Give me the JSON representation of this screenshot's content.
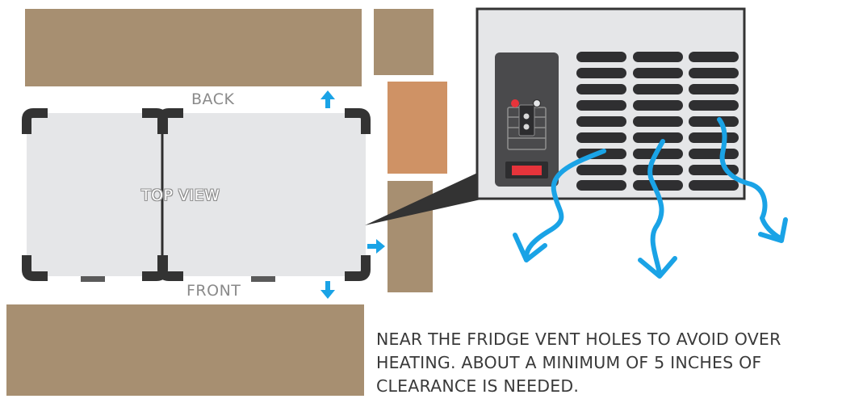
{
  "labels": {
    "back": "BACK",
    "front": "FRONT",
    "top_view": "TOP VIEW"
  },
  "note": {
    "lines": [
      "NEAR THE FRIDGE VENT HOLES TO AVOID OVER",
      "HEATING. ABOUT A MINIMUM OF 5 INCHES OF",
      "CLEARANCE IS NEEDED."
    ]
  },
  "colors": {
    "wood": "#a78f71",
    "accent_panel": "#cf9265",
    "fridge_body": "#e5e6e8",
    "corner": "#333333",
    "control_panel": "#4a4a4c",
    "vent_slot": "#2f2f31",
    "arrow": "#1aa3e6",
    "power_switch": "#e6343b",
    "foot": "#5a5a5a"
  },
  "icons": {
    "arrow": "arrow-icon",
    "airflow": "airflow-wave-icon",
    "power_switch": "power-switch-icon",
    "power_connector": "power-connector-icon"
  }
}
